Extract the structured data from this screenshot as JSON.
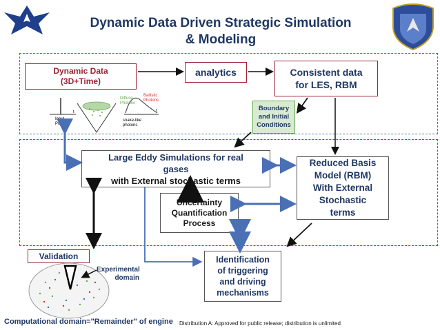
{
  "title": {
    "line1": "Dynamic Data Driven Strategic Simulation",
    "line2": "& Modeling"
  },
  "boxes": {
    "dynamic_data": {
      "line1": "Dynamic Data",
      "line2": "(3D+Time)"
    },
    "analytics": "analytics",
    "consistent": {
      "line1": "Consistent data",
      "line2": "for LES, RBM"
    },
    "boundary": {
      "line1": "Boundary",
      "line2": "and Initial",
      "line3": "Conditions"
    },
    "les": {
      "line1": "Large Eddy Simulations for real",
      "line2": "gases",
      "line3": "with External stochastic terms"
    },
    "rbm": {
      "line1": "Reduced Basis",
      "line2": "Model (RBM)",
      "line3": "With External",
      "line4": "Stochastic",
      "line5": "terms"
    },
    "uq": {
      "line1": "Uncertainty",
      "line2": "Quantification",
      "line3": "Process"
    },
    "validation": "Validation",
    "identification": {
      "line1": "Identification",
      "line2": "of triggering",
      "line3": "and driving",
      "line4": "mechanisms"
    }
  },
  "labels": {
    "experimental": {
      "line1": "Experimental",
      "line2": "domain"
    },
    "computational": "Computational domain=\"Remainder\" of engine",
    "distribution": "Distribution A:  Approved for public release; distribution is unlimited"
  },
  "plot_labels": {
    "input": "Input",
    "pulse": "Pulse",
    "ballistic": "Ballistic",
    "photons1": "Photons",
    "diffuse": "Diffuse",
    "photons2": "Photons",
    "snake": "snake-like",
    "photons3": "photons",
    "t1": "t",
    "t2": "t"
  },
  "colors": {
    "title": "#1f3864",
    "box_border_red": "#9b2335",
    "arrow_blue": "#4a6fb5",
    "boundary_fill": "#d9ead3"
  }
}
